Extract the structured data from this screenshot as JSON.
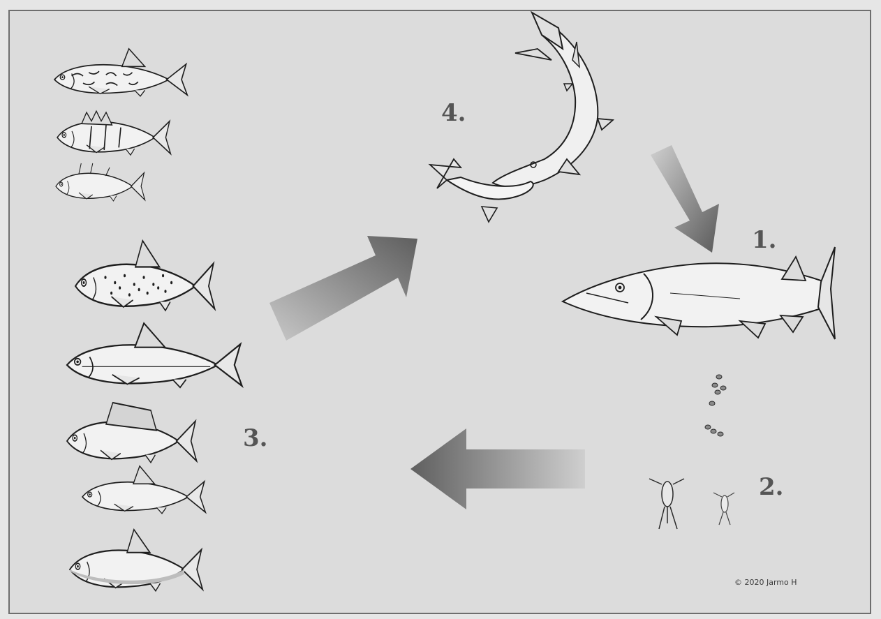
{
  "labels": {
    "one": "1.",
    "two": "2.",
    "three": "3.",
    "four": "4."
  },
  "copyright": "© 2020 Jarmo H",
  "colors": {
    "background": "#dcdcdc",
    "arrow_dark": "#5f5f5f",
    "arrow_light": "#c9c9c9",
    "ink": "#222222"
  }
}
